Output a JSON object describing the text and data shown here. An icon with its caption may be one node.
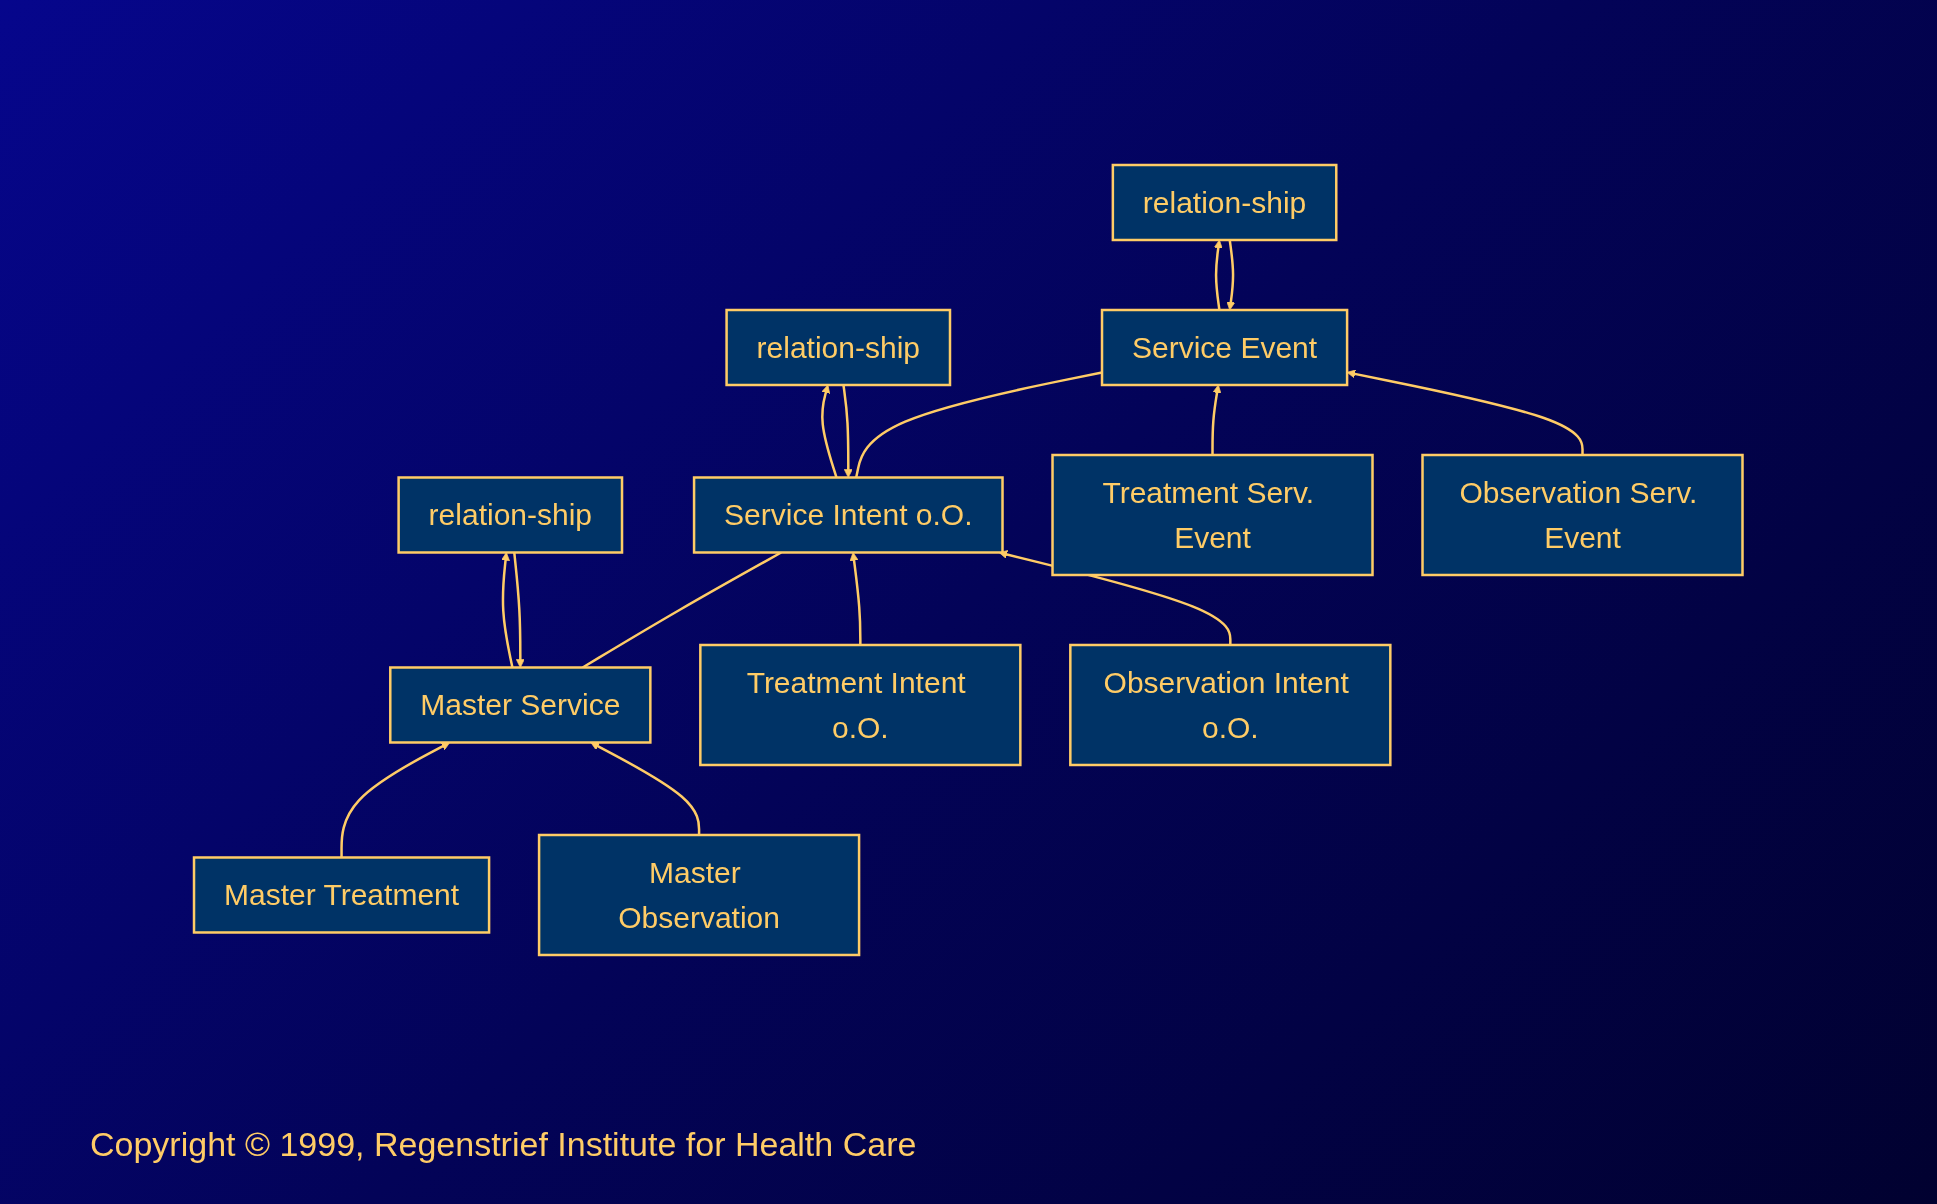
{
  "diagram": {
    "nodes": [
      {
        "text": [
          "Master Service"
        ]
      },
      {
        "text": [
          "relation-ship"
        ]
      },
      {
        "text": [
          "Service Intent o.O."
        ]
      },
      {
        "text": [
          "relation-ship"
        ]
      },
      {
        "text": [
          "Master Treatment"
        ]
      },
      {
        "text": [
          "Master Observation"
        ]
      },
      {
        "text": [
          "Service Event"
        ]
      },
      {
        "text": [
          "relation-ship"
        ]
      },
      {
        "text": [
          "Treatment Intent o.O."
        ]
      },
      {
        "text": [
          "Observation Intent o.O."
        ]
      },
      {
        "text": [
          "Treatment Serv. Event"
        ]
      },
      {
        "text": [
          "Observation Serv. Event"
        ]
      }
    ],
    "edges": [
      {
        "from": 1,
        "to": 0,
        "arrow": "to"
      },
      {
        "from": 0,
        "to": 1,
        "arrow": "to"
      },
      {
        "from": 4,
        "to": 0,
        "arrow": "to"
      },
      {
        "from": 5,
        "to": 0,
        "arrow": "to"
      },
      {
        "from": 0,
        "to": 2,
        "arrow": "none"
      },
      {
        "from": 3,
        "to": 2,
        "arrow": "to"
      },
      {
        "from": 2,
        "to": 3,
        "arrow": "to"
      },
      {
        "from": 8,
        "to": 2,
        "arrow": "to"
      },
      {
        "from": 9,
        "to": 2,
        "arrow": "to"
      },
      {
        "from": 2,
        "to": 6,
        "arrow": "none"
      },
      {
        "from": 7,
        "to": 6,
        "arrow": "to"
      },
      {
        "from": 6,
        "to": 7,
        "arrow": "to"
      },
      {
        "from": 10,
        "to": 6,
        "arrow": "to"
      },
      {
        "from": 11,
        "to": 6,
        "arrow": "to"
      }
    ],
    "labels": [
      "Copyright © 1999, Regenstrief Institute for Health Care"
    ]
  }
}
